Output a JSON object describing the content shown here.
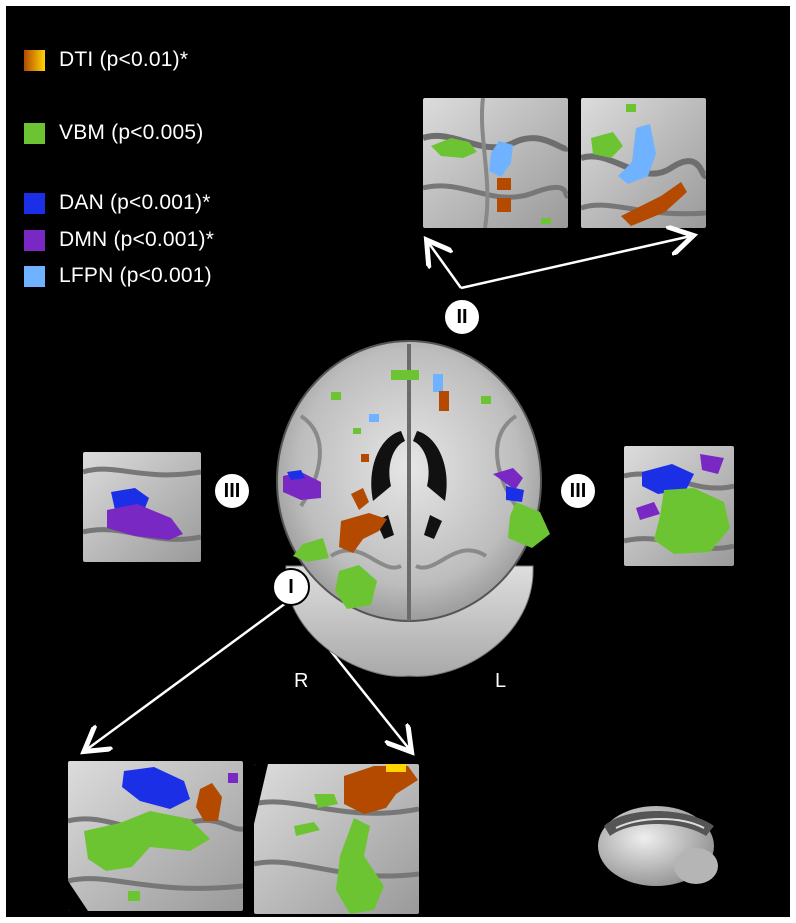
{
  "legend": [
    {
      "label": "DTI (p<0.01)*",
      "gradient": [
        "#b34a00",
        "#ffd400"
      ]
    },
    {
      "label": "VBM (p<0.005)",
      "color": "#6cc433"
    },
    {
      "label": "DAN (p<0.001)*",
      "color": "#1a2fe6"
    },
    {
      "label": "DMN (p<0.001)*",
      "color": "#7a28c4"
    },
    {
      "label": "LFPN (p<0.001)",
      "color": "#6fb2ff"
    }
  ],
  "callouts": {
    "one": "I",
    "two": "II",
    "three": "III"
  },
  "orientation": {
    "right": "R",
    "left": "L"
  }
}
